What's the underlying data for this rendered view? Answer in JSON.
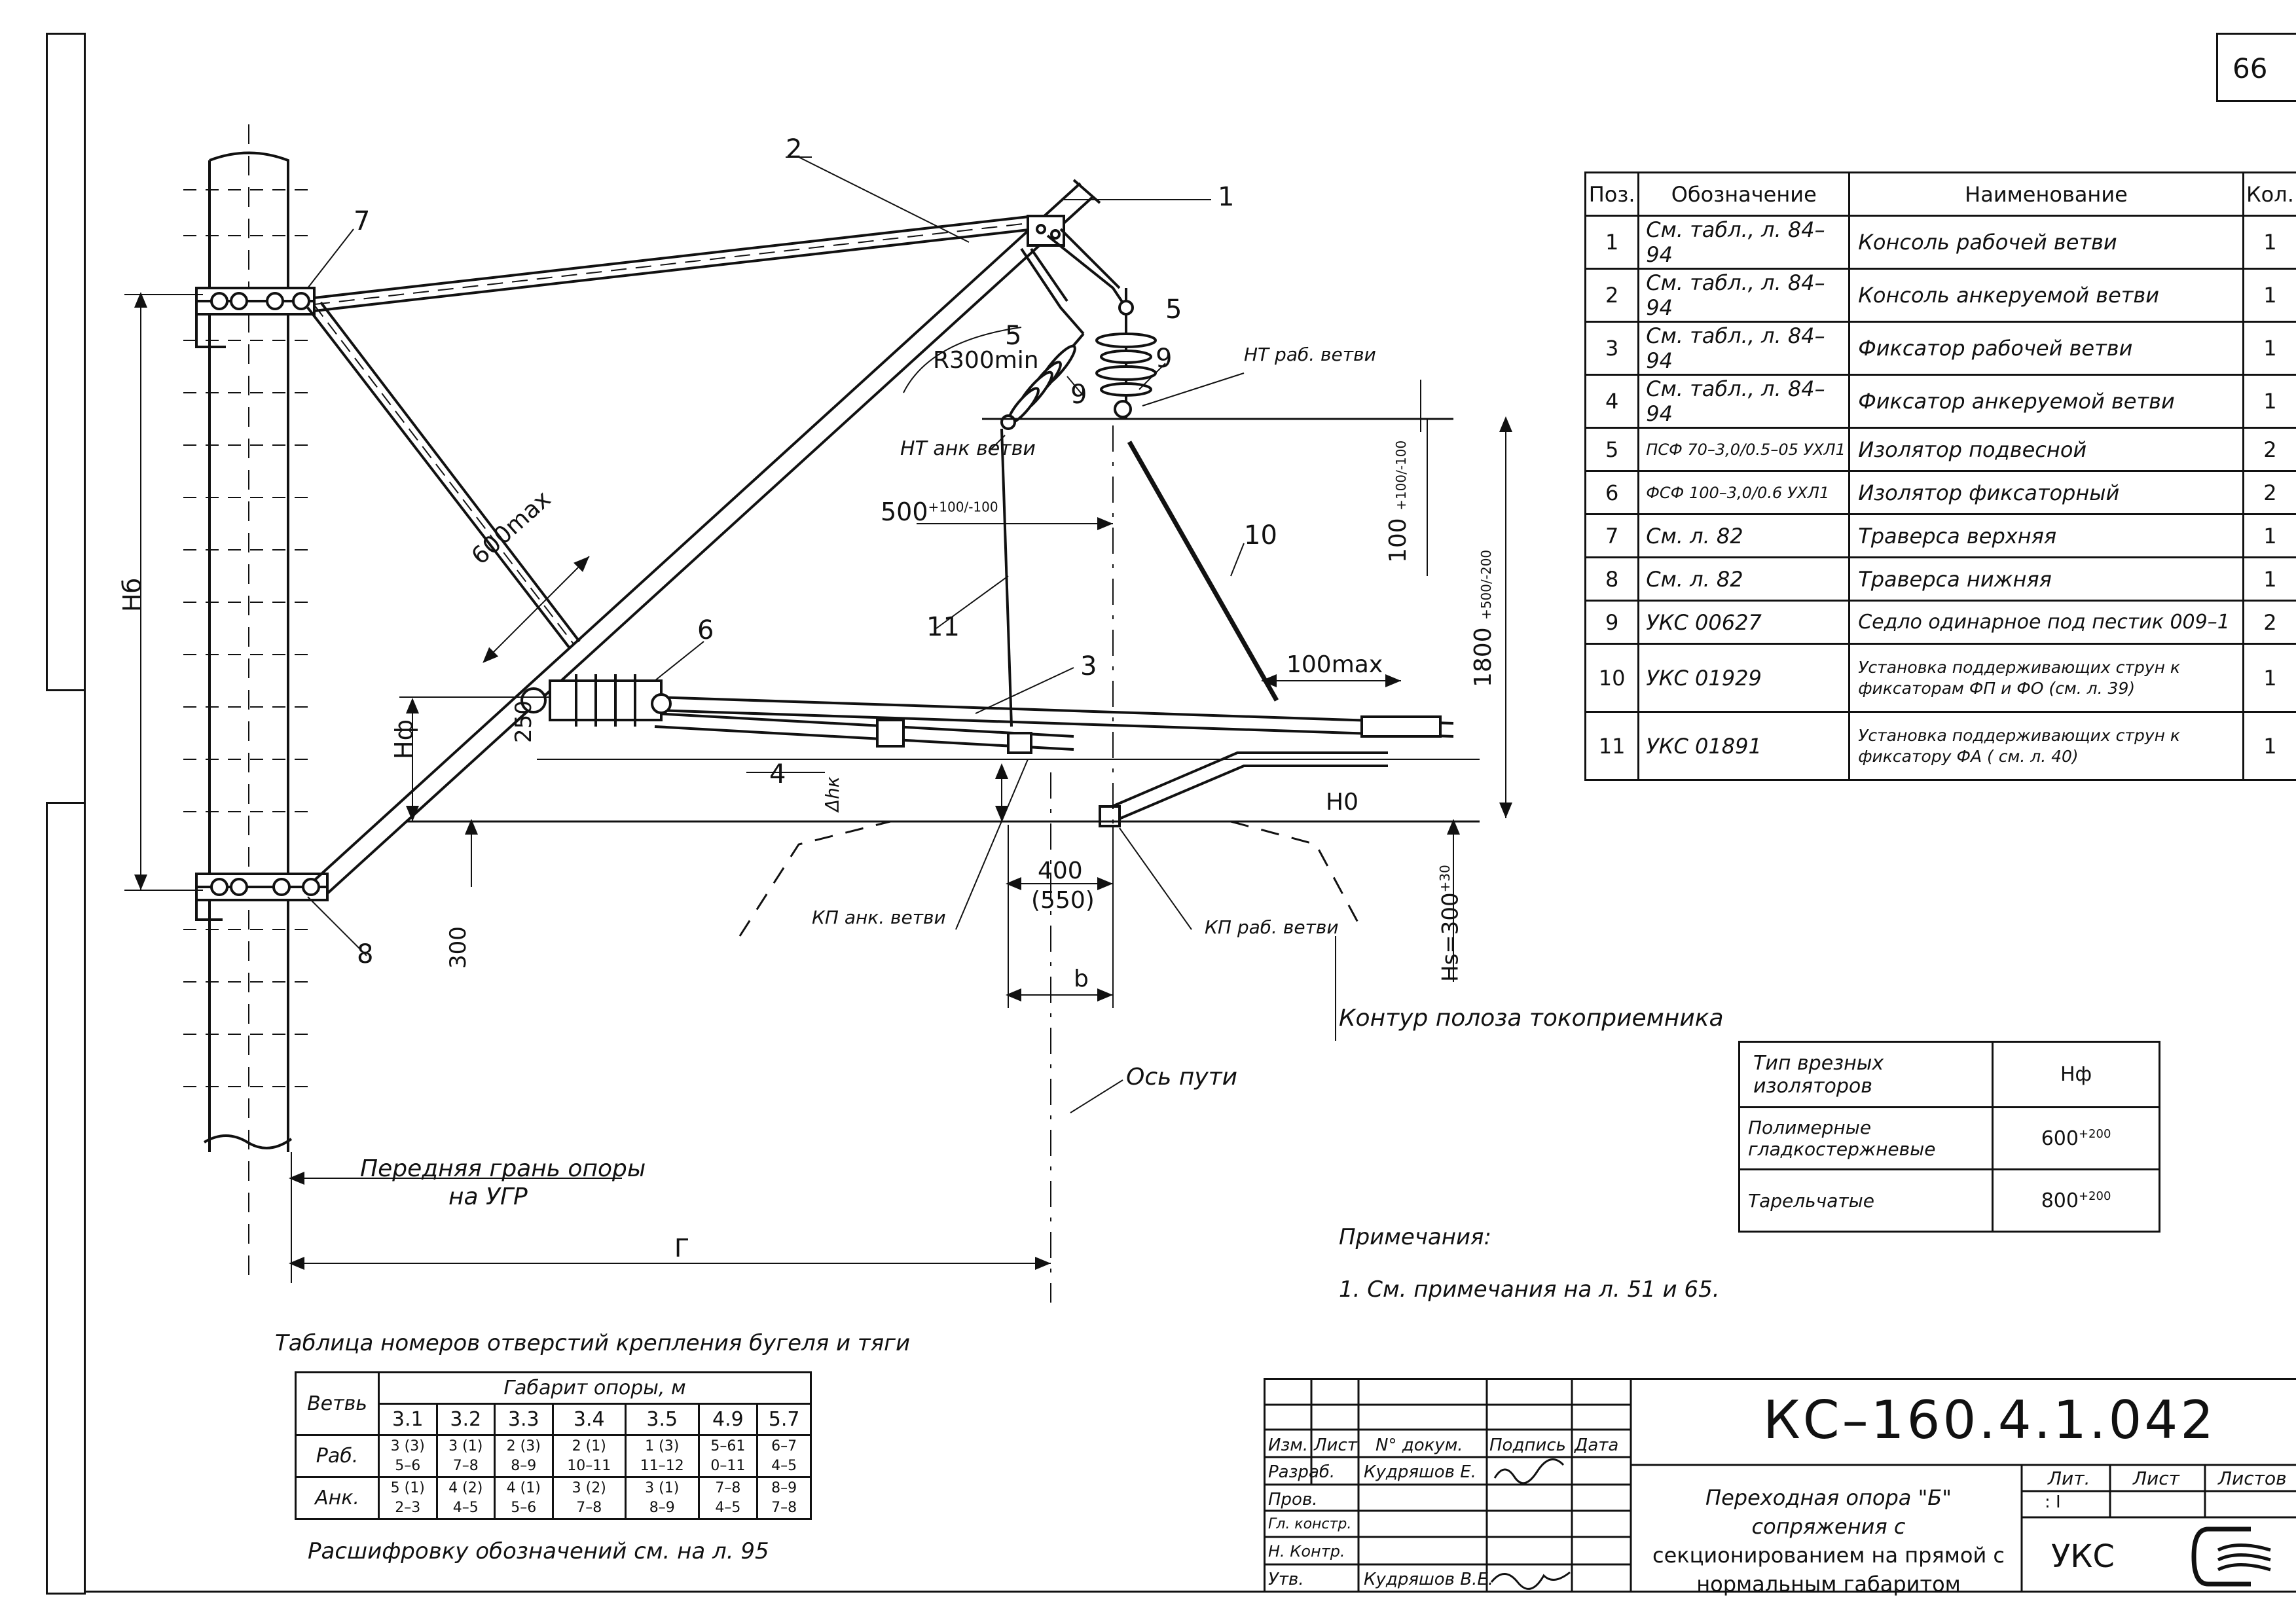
{
  "sheet_number": "66",
  "diagram": {
    "labels": {
      "pos1": "1",
      "pos2": "2",
      "pos3": "3",
      "pos4": "4",
      "pos5a": "5",
      "pos5b": "5",
      "pos6": "6",
      "pos7": "7",
      "pos8": "8",
      "pos9a": "9",
      "pos9b": "9",
      "pos10": "10",
      "pos11": "11",
      "r300": "R300min",
      "nt_rab": "НТ раб. ветви",
      "nt_ank": "НТ анк ветви",
      "dim_500": "500",
      "dim_500_tol": "+100/-100",
      "dim_600max": "600max",
      "dim_100": "100",
      "dim_100_tol": "+100/-100",
      "dim_1800": "1800",
      "dim_1800_tol": "+500/-200",
      "dim_100max": "100max",
      "dim_250": "250",
      "h_f": "Hф",
      "h_b": "Hб",
      "delta_hk": "Δhк",
      "h_0": "H0",
      "dim_400": "400",
      "dim_550": "(550)",
      "dim_b": "b",
      "dim_300": "300",
      "hs": "Hs=300",
      "hs_tol": "+30",
      "kp_ank": "КП анк. ветви",
      "kp_rab": "КП раб. ветви",
      "contour": "Контур полоза токоприемника",
      "track_axis": "Ось пути",
      "front_face_1": "Передняя грань опоры",
      "front_face_2": "на УГР",
      "dim_g": "Г"
    }
  },
  "spec_table": {
    "headers": [
      "Поз.",
      "Обозначение",
      "Наименование",
      "Кол."
    ],
    "rows": [
      {
        "pos": "1",
        "code": "См. табл., л. 84–94",
        "name": "Консоль рабочей ветви",
        "qty": "1"
      },
      {
        "pos": "2",
        "code": "См. табл., л. 84–94",
        "name": "Консоль анкеруемой ветви",
        "qty": "1"
      },
      {
        "pos": "3",
        "code": "См. табл., л. 84–94",
        "name": "Фиксатор рабочей ветви",
        "qty": "1"
      },
      {
        "pos": "4",
        "code": "См. табл., л. 84–94",
        "name": "Фиксатор анкеруемой ветви",
        "qty": "1"
      },
      {
        "pos": "5",
        "code": "ПСФ 70–3,0/0.5–05 УХЛ1",
        "name": "Изолятор подвесной",
        "qty": "2"
      },
      {
        "pos": "6",
        "code": "ФСФ 100–3,0/0.6 УХЛ1",
        "name": "Изолятор фиксаторный",
        "qty": "2"
      },
      {
        "pos": "7",
        "code": "См. л. 82",
        "name": "Траверса верхняя",
        "qty": "1"
      },
      {
        "pos": "8",
        "code": "См. л. 82",
        "name": "Траверса нижняя",
        "qty": "1"
      },
      {
        "pos": "9",
        "code": "УКС 00627",
        "name": "Седло одинарное под пестик 009–1",
        "qty": "2"
      },
      {
        "pos": "10",
        "code": "УКС 01929",
        "name": "Установка поддерживающих струн к фиксаторам ФП и ФО (см. л. 39)",
        "qty": "1"
      },
      {
        "pos": "11",
        "code": "УКС 01891",
        "name": "Установка поддерживающих струн к фиксатору ФА ( см. л. 40)",
        "qty": "1"
      }
    ]
  },
  "insulator_table": {
    "headers": [
      "Тип врезных изоляторов",
      "Hф"
    ],
    "rows": [
      {
        "type": "Полимерные гладкостержневые",
        "value": "600",
        "tol": "+200"
      },
      {
        "type": "Тарельчатые",
        "value": "800",
        "tol": "+200"
      }
    ]
  },
  "notes": {
    "title": "Примечания:",
    "items": [
      "1. См. примечания на л. 51 и 65."
    ]
  },
  "hole_table": {
    "caption": "Таблица номеров отверстий крепления бугеля и тяги",
    "branch_header": "Ветвь",
    "group_header": "Габарит опоры, м",
    "columns": [
      "3.1",
      "3.2",
      "3.3",
      "3.4",
      "3.5",
      "4.9",
      "5.7"
    ],
    "rows": [
      {
        "label": "Раб.",
        "top": [
          "3 (3)",
          "3 (1)",
          "2 (3)",
          "2 (1)",
          "1 (3)",
          "5–61",
          "6–7"
        ],
        "bottom": [
          "5–6",
          "7–8",
          "8–9",
          "10–11",
          "11–12",
          "0–11",
          "4–5"
        ]
      },
      {
        "label": "Анк.",
        "top": [
          "5 (1)",
          "4 (2)",
          "4 (1)",
          "3 (2)",
          "3 (1)",
          "7–8",
          "8–9"
        ],
        "bottom": [
          "2–3",
          "4–5",
          "5–6",
          "7–8",
          "8–9",
          "4–5",
          "7–8"
        ]
      }
    ],
    "footnote": "Расшифровку обозначений см. на л. 95"
  },
  "title_block": {
    "doc_code": "КС–160.4.1.042",
    "title_lines": [
      "Переходная опора \"Б\" сопряжения с",
      "секционированием на прямой с",
      "нормальным габаритом"
    ],
    "col_headers": [
      "Изм.",
      "Лист",
      "N° докум.",
      "Подпись",
      "Дата"
    ],
    "roles": [
      "Разраб.",
      "Пров.",
      "Гл. констр.",
      "Н. Контр.",
      "Утв."
    ],
    "names": [
      "Кудряшов Е.",
      "",
      "",
      "",
      "Кудряшов В.Е."
    ],
    "stage_headers": [
      "Лит.",
      "Лист",
      "Листов"
    ],
    "stage_values": [
      ": I",
      "",
      ""
    ],
    "org": "УКС"
  }
}
